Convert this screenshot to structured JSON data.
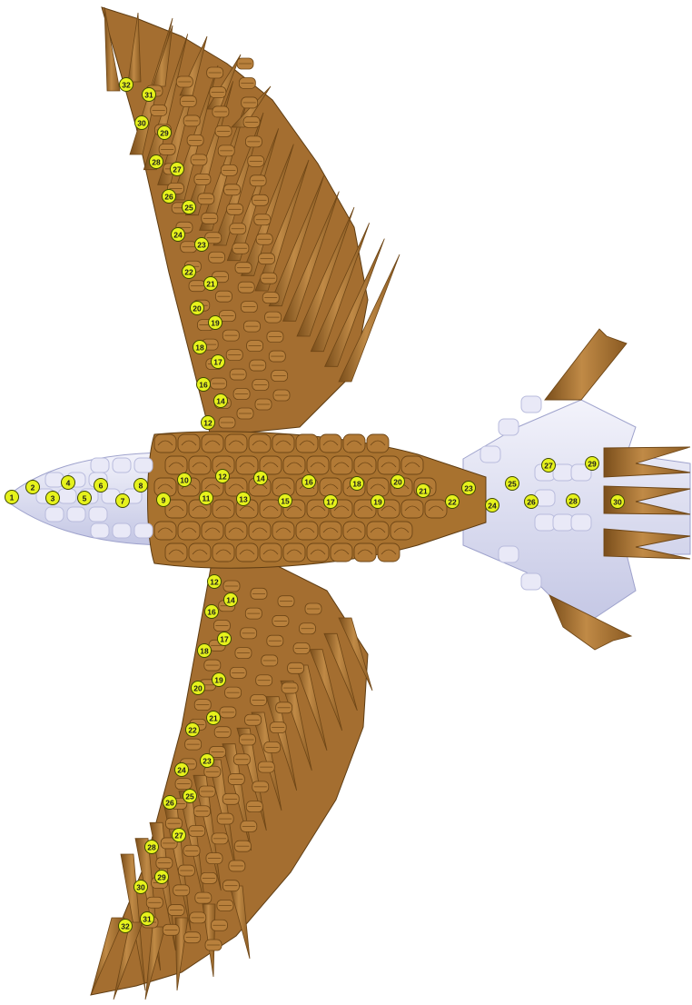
{
  "figure": {
    "subject": "3D origami bird (top view) with numbered module rows",
    "colors": {
      "brown": "#b07a3c",
      "brown_dark": "#6e4616",
      "brown_light": "#d2a563",
      "white_module": "#e9e9f7",
      "white_shade": "#b9bcdd",
      "marker_fill": "#e6f21c",
      "marker_stroke": "#3f4a00",
      "marker_text": "#1c1c1c"
    }
  },
  "markers": {
    "head_and_body": [
      "1",
      "2",
      "3",
      "4",
      "5",
      "6",
      "7",
      "8",
      "9",
      "10",
      "11",
      "12",
      "13",
      "14",
      "15",
      "16",
      "17",
      "18",
      "19",
      "20",
      "21",
      "22",
      "23"
    ],
    "tail": [
      "24",
      "25",
      "26",
      "27",
      "28",
      "29",
      "30"
    ],
    "upper_wing": [
      "12",
      "14",
      "16",
      "17",
      "18",
      "19",
      "20",
      "21",
      "22",
      "23",
      "24",
      "25",
      "26",
      "27",
      "28",
      "29",
      "30",
      "31",
      "32"
    ],
    "lower_wing": [
      "12",
      "14",
      "16",
      "17",
      "18",
      "19",
      "20",
      "21",
      "22",
      "23",
      "24",
      "25",
      "26",
      "27",
      "28",
      "29",
      "30",
      "31",
      "32"
    ]
  }
}
